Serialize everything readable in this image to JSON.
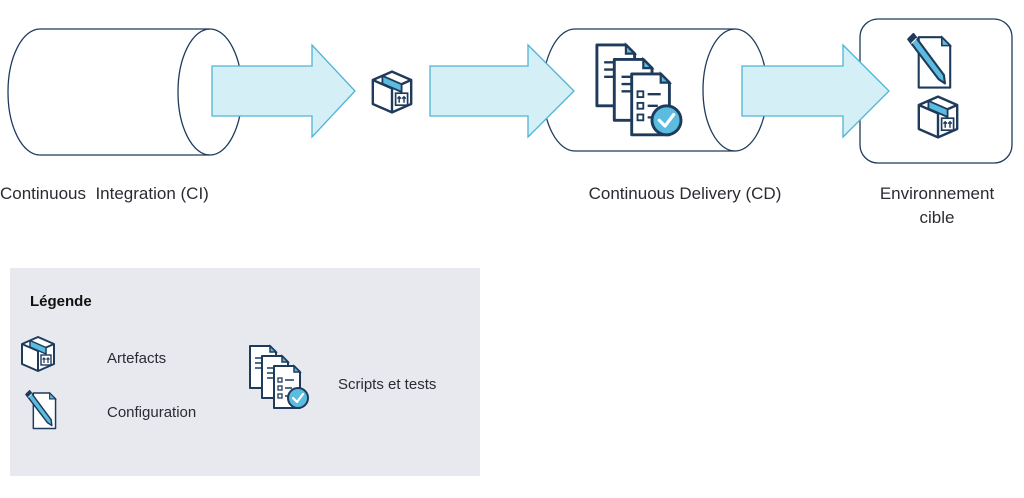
{
  "stages": {
    "ci_label": "Continuous  Integration (CI)",
    "cd_label": "Continuous Delivery (CD)",
    "env_label_line1": "Environnement",
    "env_label_line2": "cible"
  },
  "legend": {
    "title": "Légende",
    "artefacts": "Artefacts",
    "configuration": "Configuration",
    "scripts": "Scripts et tests"
  },
  "icons": [
    "package-icon",
    "scripts-tests-icon",
    "configuration-icon"
  ],
  "colors": {
    "arrow_fill": "#d4eff5",
    "arrow_stroke": "#4fb3d6",
    "outline": "#1f3b5b",
    "accent": "#5bbcdf",
    "legend_bg": "#e8e9ee"
  }
}
